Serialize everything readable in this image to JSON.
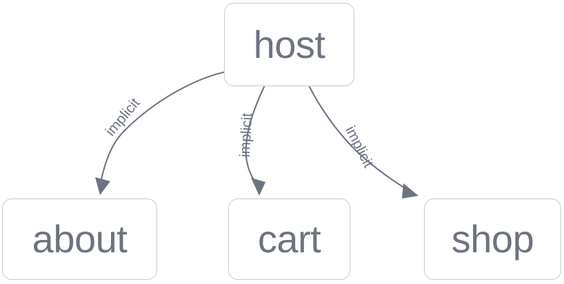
{
  "diagram": {
    "type": "directed-graph",
    "background_color": "#ffffff",
    "node_border_color": "#c9c9c9",
    "node_fill_color": "#ffffff",
    "text_color": "#6d7381",
    "edge_color": "#6d7381",
    "nodes": [
      {
        "id": "host",
        "label": "host"
      },
      {
        "id": "about",
        "label": "about"
      },
      {
        "id": "cart",
        "label": "cart"
      },
      {
        "id": "shop",
        "label": "shop"
      }
    ],
    "edges": [
      {
        "id": "host-about",
        "from": "host",
        "to": "about",
        "label": "implicit",
        "arrow": "arrowhead-icon"
      },
      {
        "id": "host-cart",
        "from": "host",
        "to": "cart",
        "label": "implicit",
        "arrow": "arrowhead-icon"
      },
      {
        "id": "host-shop",
        "from": "host",
        "to": "shop",
        "label": "implicit",
        "arrow": "arrowhead-icon"
      }
    ]
  }
}
